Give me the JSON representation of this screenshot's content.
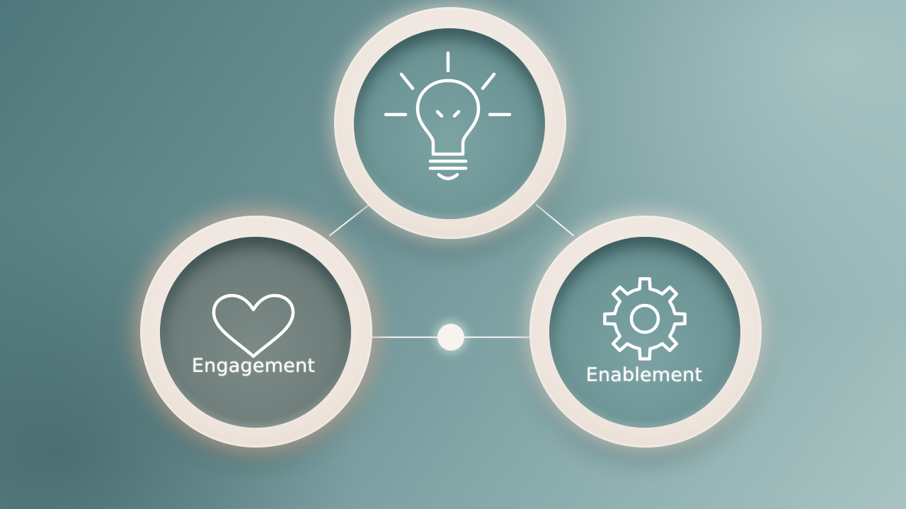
{
  "nodes": [
    {
      "id": "idea",
      "icon": "lightbulb-icon",
      "label": ""
    },
    {
      "id": "engagement",
      "icon": "heart-icon",
      "label": "Engagement"
    },
    {
      "id": "enablement",
      "icon": "gear-icon",
      "label": "Enablement"
    }
  ],
  "colors": {
    "background": "#6d9396",
    "ring": "#f3ece5",
    "well_teal": "#6c9495",
    "well_grey": "#6e7d7a",
    "line": "#e9eeec",
    "icon": "#ffffff"
  }
}
